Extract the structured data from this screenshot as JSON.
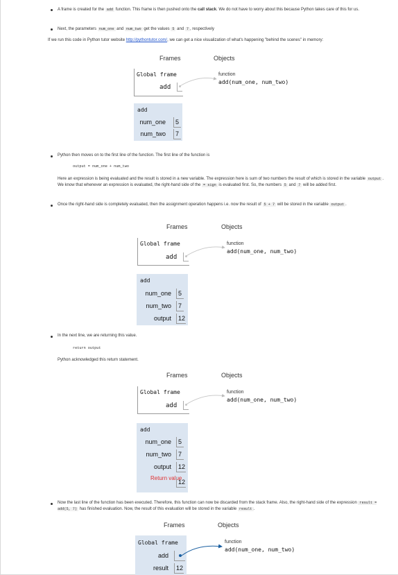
{
  "bullets": {
    "b1": {
      "t1": "A frame is created for the ",
      "code": "add",
      "t2": " function. This frame is then pushed onto the ",
      "bold": "call stack",
      "t3": ". We do not have to worry about this because Python takes care of this for us."
    },
    "b2": {
      "t1": "Next, the parameters ",
      "c1": "num_one",
      "t2": " and ",
      "c2": "num_two",
      "t3": " get the values ",
      "c3": "5",
      "t4": " and ",
      "c4": "7",
      "t5": ", respectively"
    },
    "intro": {
      "t1": "If we run this code in Python tutor website ",
      "link": "http://pythontutor.com/",
      "t2": ", we can get a nice visualization of what's happening \"behind the scenes\" in memory:"
    },
    "b3": {
      "text": "Python then moves on to the first line of the function. The first line of the function is"
    },
    "code1": "output = num_one + num_two",
    "p3": {
      "t1": "Here an expression is being evaluated and the result is stored in a new variable. The expression here is sum of two numbers the result of which is stored in the variable ",
      "c1": "output",
      "t2": ". We know that whenever an expression is evaluated, the right-hand side of the ",
      "c2": "= sign",
      "t3": " is evaluated first. So, the numbers ",
      "c3": "5",
      "t4": " and ",
      "c4": "7",
      "t5": " will be added first."
    },
    "b4": {
      "t1": "Once the right-hand side is completely evaluated, then the assignment operation happens i.e. now the result of ",
      "c1": "5 + 7",
      "t2": " will be stored in the variable ",
      "c2": "output",
      "t3": "."
    },
    "b5": {
      "text": "In the next line, we are returning this value."
    },
    "code2": "return output",
    "p5": "Python acknowledged this return statement.",
    "b6": {
      "t1": "Now the last line of the function has been executed. Therefore, this function can now be discarded from the stack frame. Also, the right-hand side of the expression ",
      "c1": "result = add(5, 7)",
      "t2": " has finished evaluation. Now, the result of this evaluation will be stored in the variable ",
      "c2": "result",
      "t3": "."
    }
  },
  "viz": {
    "frames_label": "Frames",
    "objects_label": "Objects",
    "global_frame": "Global frame",
    "fn_label": "function",
    "fn_signature": "add(num_one, num_two)",
    "add_key": "add",
    "result_key": "result",
    "result_val": "12",
    "stack_title": "add",
    "num_one": "num_one",
    "num_one_val": "5",
    "num_two": "num_two",
    "num_two_val": "7",
    "output": "output",
    "output_val": "12",
    "return_value": "Return value",
    "return_val": "12"
  },
  "colors": {
    "stack_bg": "#dbe5f1",
    "return_red": "#e03030",
    "pointer_blue": "#1a5fa0",
    "link": "#2255cc"
  }
}
